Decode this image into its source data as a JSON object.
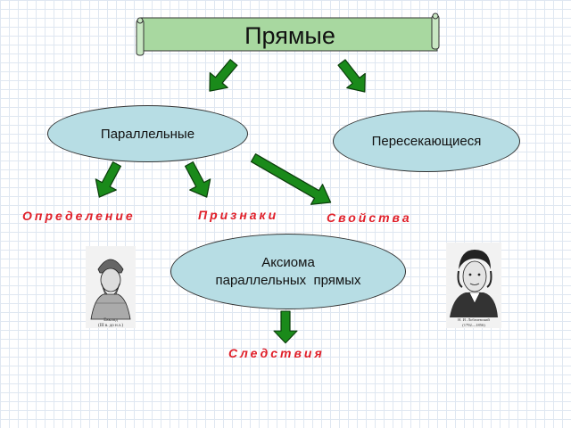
{
  "title": "Прямые",
  "nodes": {
    "parallel": "Параллельные",
    "intersecting": "Пересекающиеся",
    "axiom_line1": "Аксиома",
    "axiom_line2": "параллельных  прямых"
  },
  "labels": {
    "definition": "Определение",
    "signs": "Признаки",
    "properties": "Свойства",
    "consequences": "Следствия"
  },
  "portraits": {
    "left_caption_line1": "Евклид",
    "left_caption_line2": "(III в. до н.э.)",
    "right_caption_line1": "Н. И. Лобачевский",
    "right_caption_line2": "(1792—1856)"
  },
  "colors": {
    "arrow_fill": "#1a8a1a",
    "arrow_stroke": "#0b3d0b",
    "banner_fill": "#a8d8a0",
    "ellipse_fill": "#b7dde4",
    "label_red": "#e0202a"
  },
  "icons": [
    "scroll-banner",
    "green-arrow",
    "portrait-euclid",
    "portrait-lobachevsky"
  ]
}
